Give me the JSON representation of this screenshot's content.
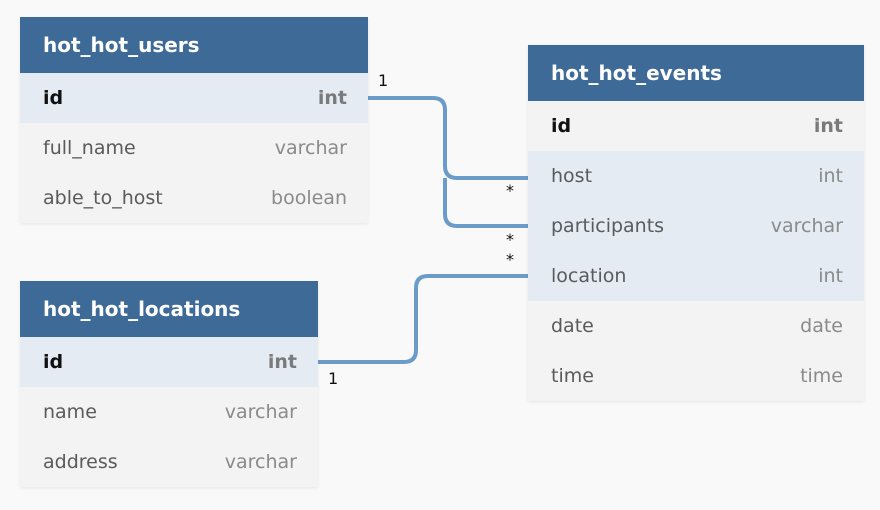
{
  "tables": {
    "users": {
      "title": "hot_hot_users",
      "fields": [
        {
          "name": "id",
          "type": "int"
        },
        {
          "name": "full_name",
          "type": "varchar"
        },
        {
          "name": "able_to_host",
          "type": "boolean"
        }
      ]
    },
    "locations": {
      "title": "hot_hot_locations",
      "fields": [
        {
          "name": "id",
          "type": "int"
        },
        {
          "name": "name",
          "type": "varchar"
        },
        {
          "name": "address",
          "type": "varchar"
        }
      ]
    },
    "events": {
      "title": "hot_hot_events",
      "fields": [
        {
          "name": "id",
          "type": "int"
        },
        {
          "name": "host",
          "type": "int"
        },
        {
          "name": "participants",
          "type": "varchar"
        },
        {
          "name": "location",
          "type": "int"
        },
        {
          "name": "date",
          "type": "date"
        },
        {
          "name": "time",
          "type": "time"
        }
      ]
    }
  },
  "relationships": {
    "users_one": "1",
    "host_many": "*",
    "participants_many": "*",
    "location_many": "*",
    "locations_one": "1"
  },
  "colors": {
    "header": "#3e6a98",
    "highlight_row": "#e4ebf3",
    "connector": "#6b9bc8"
  }
}
